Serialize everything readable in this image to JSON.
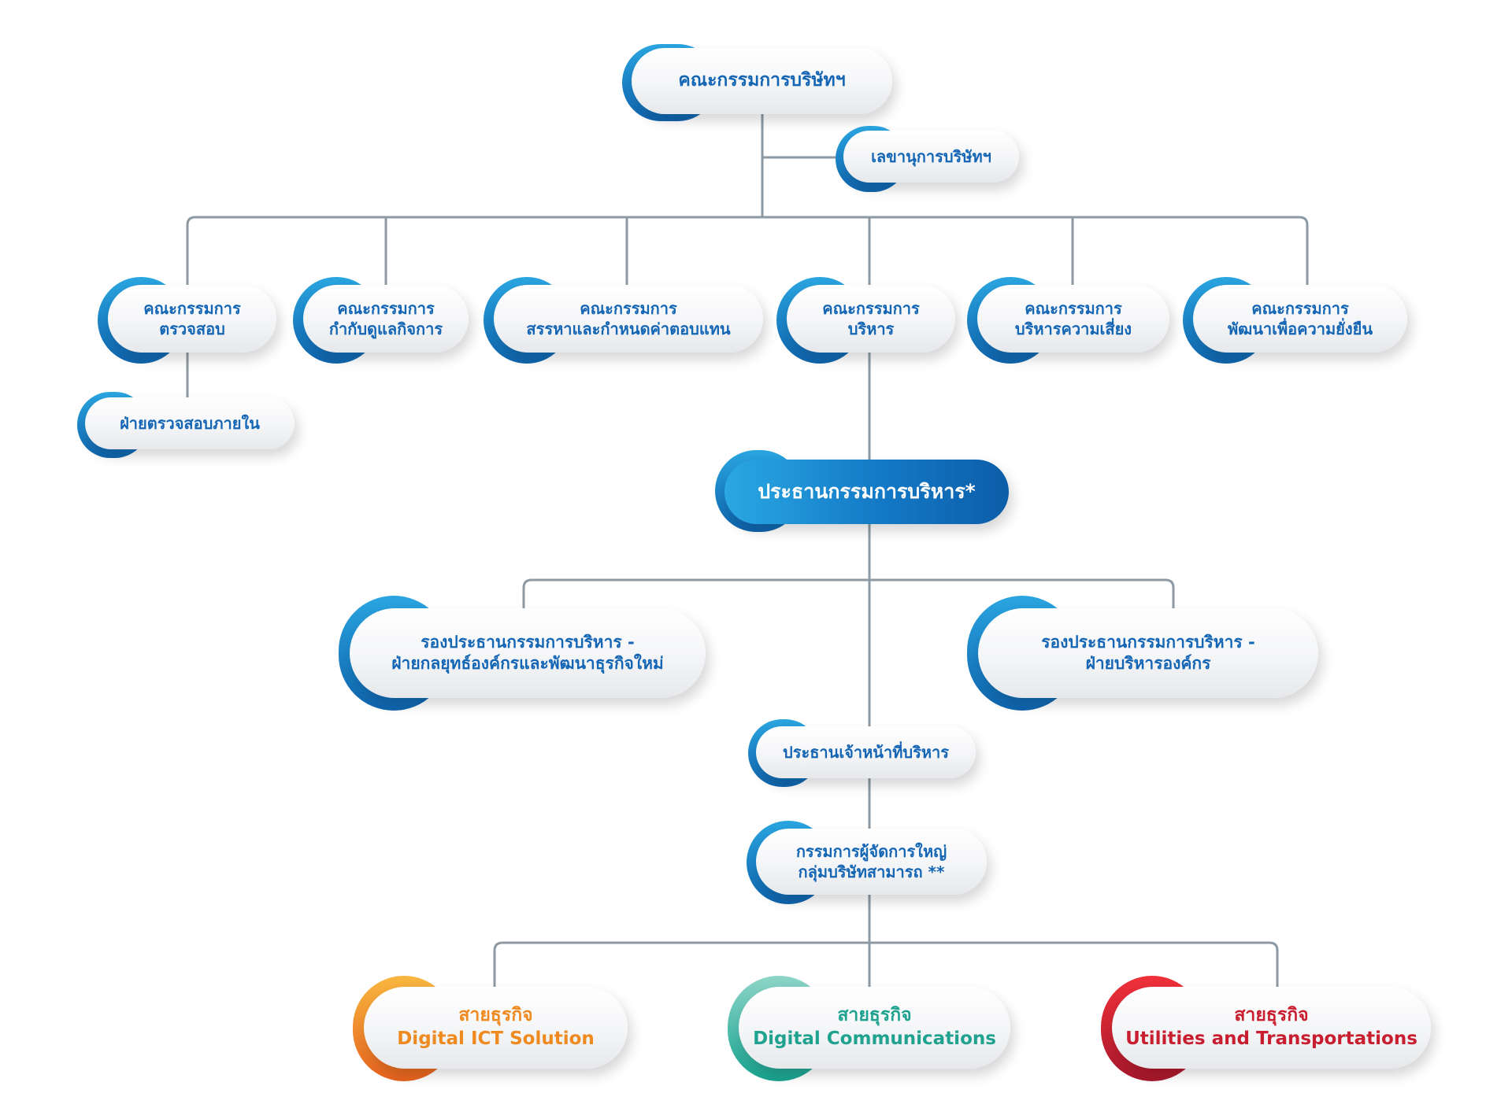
{
  "board": {
    "label": "คณะกรรมการบริษัทฯ"
  },
  "secretary": {
    "label": "เลขานุการบริษัทฯ"
  },
  "committees": {
    "audit": {
      "line1": "คณะกรรมการ",
      "line2": "ตรวจสอบ"
    },
    "governance": {
      "line1": "คณะกรรมการ",
      "line2": "กำกับดูแลกิจการ"
    },
    "nomination": {
      "line1": "คณะกรรมการ",
      "line2": "สรรหาและกำหนดค่าตอบแทน"
    },
    "executive": {
      "line1": "คณะกรรมการ",
      "line2": "บริหาร"
    },
    "risk": {
      "line1": "คณะกรรมการ",
      "line2": "บริหารความเสี่ยง"
    },
    "sustainability": {
      "line1": "คณะกรรมการ",
      "line2": "พัฒนาเพื่อความยั่งยืน"
    }
  },
  "internal_audit": {
    "label": "ฝ่ายตรวจสอบภายใน"
  },
  "chairman_exec": {
    "label": "ประธานกรรมการบริหาร*"
  },
  "vice_left": {
    "line1": "รองประธานกรรมการบริหาร  -",
    "line2": "ฝ่ายกลยุทธ์องค์กรและพัฒนาธุรกิจใหม่"
  },
  "vice_right": {
    "line1": "รองประธานกรรมการบริหาร  -",
    "line2": "ฝ่ายบริหารองค์กร"
  },
  "ceo": {
    "label": "ประธานเจ้าหน้าที่บริหาร"
  },
  "md": {
    "line1": "กรรมการผู้จัดการใหญ่",
    "line2": "กลุ่มบริษัทสามารถ **"
  },
  "business_units": {
    "ict": {
      "line1": "สายธุรกิจ",
      "line2": "Digital ICT Solution"
    },
    "comm": {
      "line1": "สายธุรกิจ",
      "line2": "Digital Communications"
    },
    "util": {
      "line1": "สายธุรกิจ",
      "line2": "Utilities and Transportations"
    }
  },
  "colors": {
    "blue": "#1466b5",
    "line": "#8d9aa3",
    "orange": "#ee8a1f",
    "teal": "#1fa28f",
    "red": "#c81e2f"
  }
}
